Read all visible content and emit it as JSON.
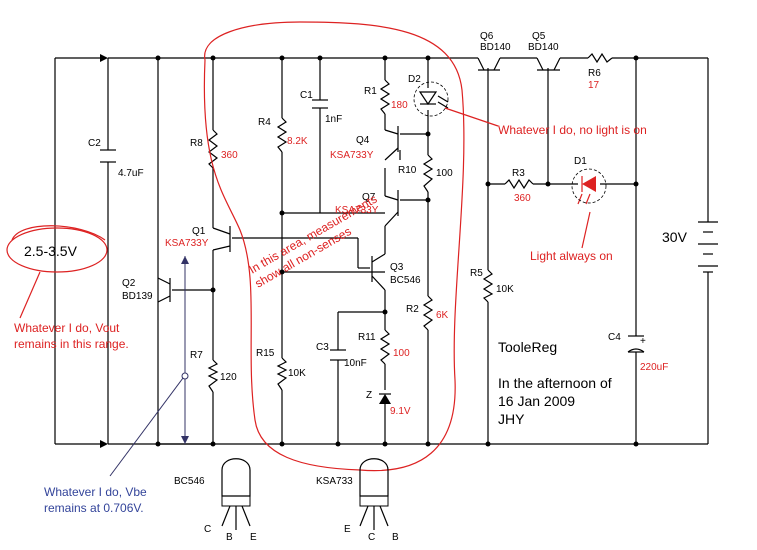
{
  "components": {
    "Q6": {
      "ref": "Q6",
      "part": "BD140"
    },
    "Q5": {
      "ref": "Q5",
      "part": "BD140"
    },
    "R6": {
      "ref": "R6",
      "value": "17"
    },
    "C2": {
      "ref": "C2",
      "value": "4.7uF"
    },
    "C1": {
      "ref": "C1",
      "value": "1nF"
    },
    "R1": {
      "ref": "R1",
      "value": "180"
    },
    "D2": {
      "ref": "D2"
    },
    "R4": {
      "ref": "R4",
      "value": "8.2K"
    },
    "R8": {
      "ref": "R8",
      "value": "360"
    },
    "Q4": {
      "ref": "Q4",
      "part": "KSA733Y"
    },
    "R10": {
      "ref": "R10",
      "value": "100"
    },
    "Q7": {
      "ref": "Q7",
      "part": "KSA733Y"
    },
    "R3": {
      "ref": "R3",
      "value": "360"
    },
    "D1": {
      "ref": "D1"
    },
    "Q1": {
      "ref": "Q1",
      "part": "KSA733Y"
    },
    "Q3": {
      "ref": "Q3",
      "part": "BC546"
    },
    "Q2": {
      "ref": "Q2",
      "part": "BD139"
    },
    "R5": {
      "ref": "R5",
      "value": "10K"
    },
    "R2": {
      "ref": "R2",
      "value": "6K"
    },
    "R7": {
      "ref": "R7",
      "value": "120"
    },
    "R15": {
      "ref": "R15",
      "value": "10K"
    },
    "C3": {
      "ref": "C3",
      "value": "10nF"
    },
    "R11": {
      "ref": "R11",
      "value": "100"
    },
    "Z": {
      "ref": "Z",
      "value": "9.1V"
    },
    "C4": {
      "ref": "C4",
      "value": "220uF",
      "polarity": "+"
    }
  },
  "supply": "30V",
  "output_range": "2.5-3.5V",
  "annotations": {
    "led_no_light": "Whatever I do, no light is on",
    "light_always_on": "Light always on",
    "nonsense_line1": "In this area, measurements",
    "nonsense_line2": "show all non-senses",
    "vout_line1": "Whatever I do, Vout",
    "vout_line2": "remains in this range.",
    "vbe_line1": "Whatever I do, Vbe",
    "vbe_line2": "remains at 0.706V."
  },
  "title_block": {
    "name": "TooleReg",
    "line1": "In the afternoon of",
    "line2": "16 Jan 2009",
    "author": "JHY"
  },
  "packages": [
    {
      "part": "BC546",
      "pins": [
        "C",
        "B",
        "E"
      ]
    },
    {
      "part": "KSA733",
      "pins": [
        "E",
        "C",
        "B"
      ]
    }
  ],
  "colors": {
    "wire": "#000000",
    "annotation": "#dd2222",
    "note_blue": "#33449a"
  }
}
